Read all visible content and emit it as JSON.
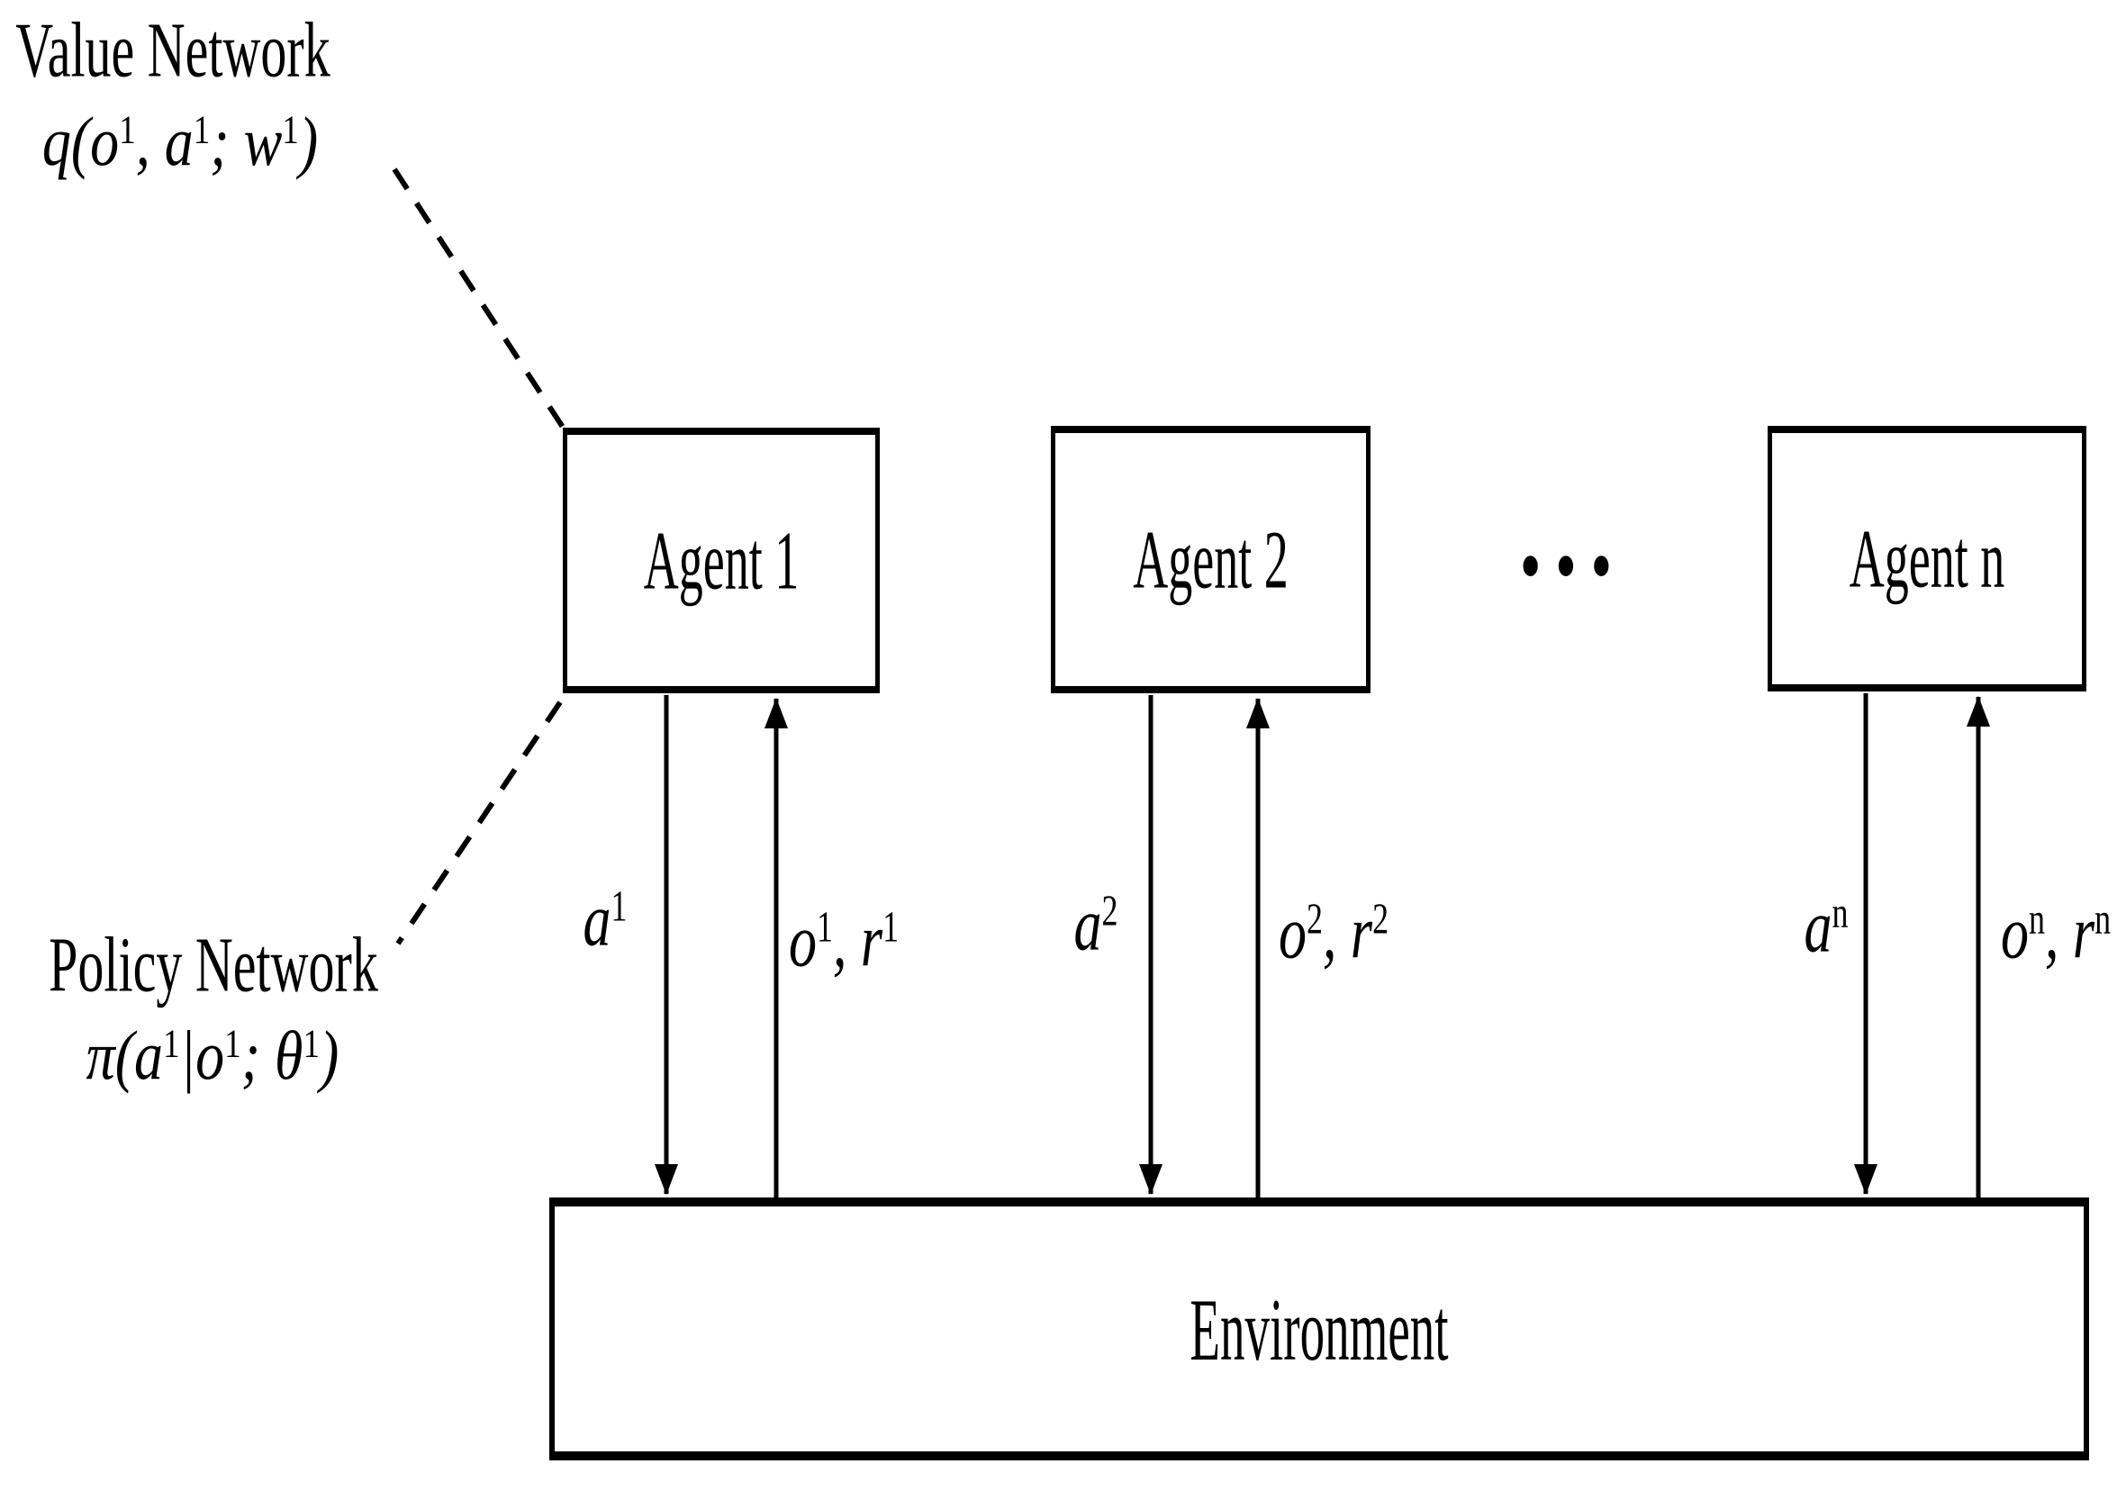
{
  "colors": {
    "background": "#ffffff",
    "ink": "#000000"
  },
  "callouts": {
    "value_network": {
      "title": "Value Network",
      "formula": {
        "f0": "q(o",
        "s0": "1",
        "f1": ", a",
        "s1": "1",
        "f2": "; w",
        "s2": "1",
        "f3": ")"
      }
    },
    "policy_network": {
      "title": "Policy Network",
      "formula": {
        "f0": "π(a",
        "s0": "1",
        "f1": "|o",
        "s1": "1",
        "f2": "; θ",
        "s2": "1",
        "f3": ")"
      }
    }
  },
  "agents": [
    {
      "label": "Agent 1",
      "action": {
        "f0": "a",
        "s0": "1"
      },
      "feedback": {
        "f0": "o",
        "s0": "1",
        "f1": ", r",
        "s1": "1"
      }
    },
    {
      "label": "Agent 2",
      "action": {
        "f0": "a",
        "s0": "2"
      },
      "feedback": {
        "f0": "o",
        "s0": "2",
        "f1": ", r",
        "s1": "2"
      }
    },
    {
      "label": "Agent n",
      "action": {
        "f0": "a",
        "s0": "n"
      },
      "feedback": {
        "f0": "o",
        "s0": "n",
        "f1": ", r",
        "s1": "n"
      }
    }
  ],
  "ellipsis": "···",
  "environment": {
    "label": "Environment"
  }
}
